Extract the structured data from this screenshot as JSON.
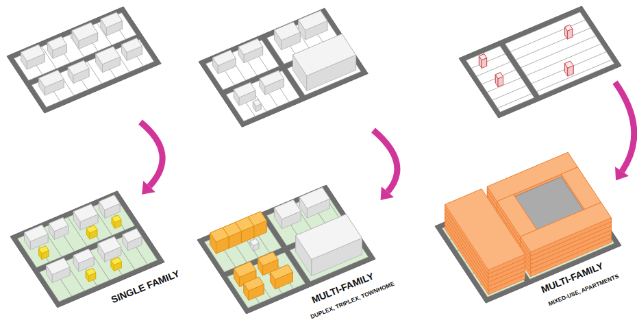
{
  "diagram": {
    "labels": [
      "SINGLE FAMILY",
      "MULTI-FAMILY",
      "DUPLEX, TRIPLEX, TOWNHOME",
      "MULTI-FAMILY",
      "MIXED-USE, APARTMENTS"
    ]
  }
}
